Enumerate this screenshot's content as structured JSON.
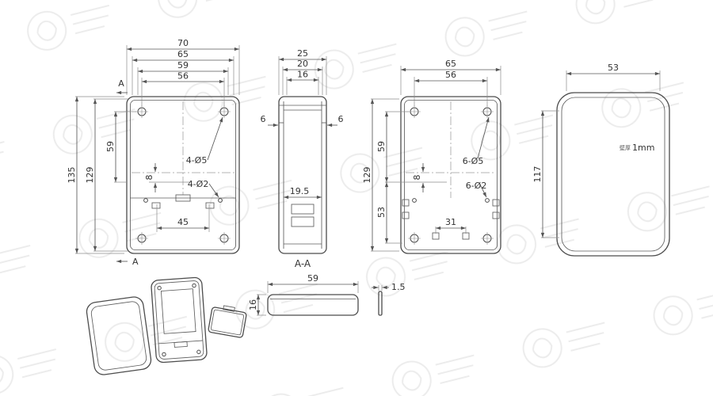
{
  "front_view": {
    "dim_width_outer": "70",
    "dim_width_lid": "65",
    "dim_width_holes": "59",
    "dim_width_inner": "56",
    "dim_height_outer": "135",
    "dim_height_inner": "129",
    "dim_height_upper": "59",
    "dim_offset_center": "8",
    "dim_battery_width": "45",
    "callout_screw_holes": "4-Ø5",
    "callout_pin_holes": "4-Ø2",
    "section_label_top": "A",
    "section_label_bottom": "A"
  },
  "section_view": {
    "dim_depth_outer": "25",
    "dim_depth_mid": "20",
    "dim_depth_inner": "16",
    "dim_wall_left": "6",
    "dim_wall_right": "6",
    "dim_cavity_depth": "19.5",
    "view_label": "A-A"
  },
  "back_view": {
    "dim_width_outer": "65",
    "dim_width_holes": "56",
    "dim_height_inner": "129",
    "dim_height_upper": "59",
    "dim_offset_center": "8",
    "dim_height_lower": "53",
    "dim_slot_spacing": "31",
    "callout_screw_holes": "6-Ø5",
    "callout_pin_holes": "6-Ø2"
  },
  "lid_view": {
    "dim_width": "53",
    "dim_height": "117",
    "wall_note_prefix": "壁厚",
    "wall_note_value": "1mm"
  },
  "strip_view": {
    "dim_length": "59",
    "dim_height": "16",
    "dim_thickness": "1.5"
  }
}
